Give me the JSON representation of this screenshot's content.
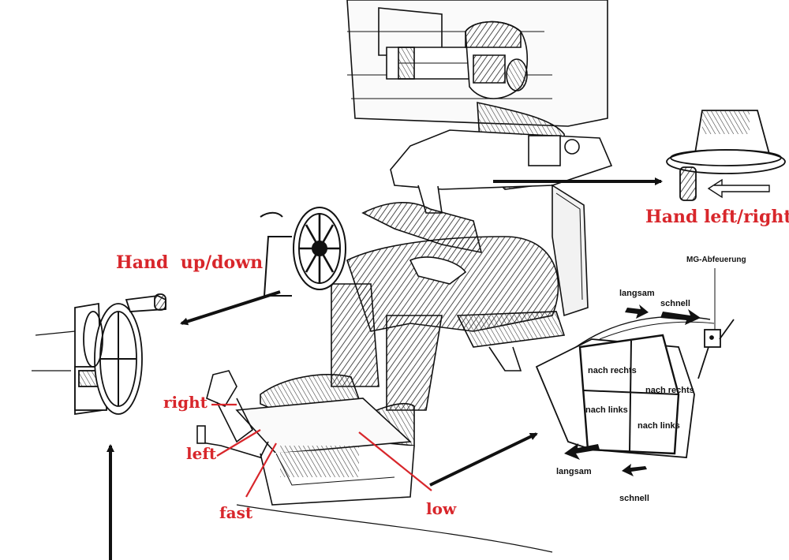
{
  "colors": {
    "annotation": "#d8262b",
    "ink": "#111111",
    "background": "#ffffff"
  },
  "labels": {
    "hand_left_right": "Hand left/right",
    "hand_up_down": "Hand  up/down",
    "right": "right",
    "left": "left",
    "fast": "fast",
    "low": "low"
  },
  "panel": {
    "mg_abfeuerung": "MG-Abfeuerung",
    "langsam_top": "langsam",
    "schnell_top": "schnell",
    "nach_rechts_1": "nach rechts",
    "nach_rechts_2": "nach rechts",
    "nach_links_1": "nach links",
    "nach_links_2": "nach links",
    "langsam_bottom": "langsam",
    "schnell_bottom": "schnell"
  },
  "icons": [
    "gunner-figure-illustration",
    "elevation-handwheel-illustration",
    "traverse-handwheel-illustration",
    "foot-pedal-illustration",
    "control-panel-illustration",
    "rotation-arrow-icon"
  ]
}
